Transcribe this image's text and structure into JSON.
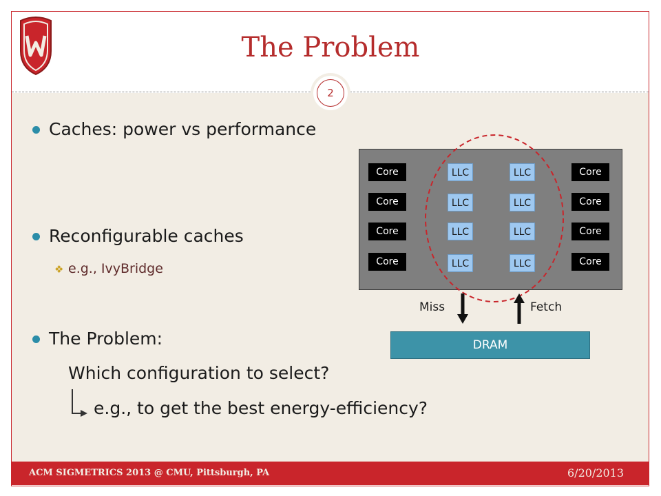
{
  "slide": {
    "title": "The Problem",
    "number": "2"
  },
  "bullets": [
    {
      "text": "Caches: power vs performance"
    },
    {
      "text": "Reconfigurable caches"
    },
    {
      "text": "The Problem:"
    }
  ],
  "sub_bullets": [
    {
      "text": "e.g., IvyBridge"
    }
  ],
  "body_lines": [
    {
      "text": "Which configuration to select?"
    },
    {
      "text": "e.g., to get the best energy-efficiency?"
    }
  ],
  "diagram": {
    "rows": [
      {
        "left_core": "Core",
        "llc_a": "LLC",
        "llc_b": "LLC",
        "right_core": "Core"
      },
      {
        "left_core": "Core",
        "llc_a": "LLC",
        "llc_b": "LLC",
        "right_core": "Core"
      },
      {
        "left_core": "Core",
        "llc_a": "LLC",
        "llc_b": "LLC",
        "right_core": "Core"
      },
      {
        "left_core": "Core",
        "llc_a": "LLC",
        "llc_b": "LLC",
        "right_core": "Core"
      }
    ],
    "miss_label": "Miss",
    "fetch_label": "Fetch",
    "dram_label": "DRAM"
  },
  "footer": {
    "left": "ACM SIGMETRICS 2013 @ CMU, Pittsburgh, PA",
    "right": "6/20/2013"
  },
  "colors": {
    "accent": "#c9252b",
    "title": "#b52c2c",
    "llc": "#9ec8f0",
    "dram": "#3d93a8",
    "bullet": "#2b8da8"
  }
}
